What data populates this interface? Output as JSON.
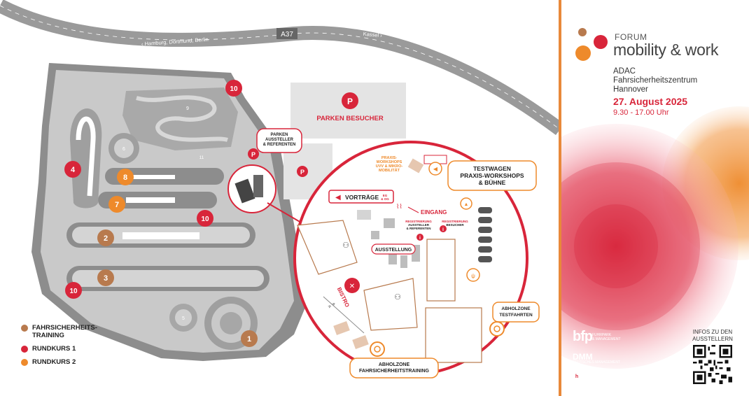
{
  "highway": {
    "name": "A37",
    "left_direction": "‹ Hamburg, Dortmund, Berlin",
    "right_direction": "Kassel ›"
  },
  "map": {
    "visitor_parking": "PARKEN BESUCHER",
    "exhibitor_parking": "PARKEN\nAUSSTELLER\n& REFERENTEN",
    "parking_symbol": "P",
    "track_numbers": {
      "t1": "1",
      "t2": "2",
      "t3": "3",
      "t4": "4",
      "t5": "5",
      "t6": "6",
      "t7": "7",
      "t8": "8",
      "t9": "9",
      "t10": "10",
      "t11": "11"
    }
  },
  "detail": {
    "praxis_workshops": "PRAXIS-\nWORKSHOPS\nUVV & MIKRO-\nMOBILITÄT",
    "testwagen": "TESTWAGEN\nPRAXIS-WORKSHOPS\n& BÜHNE",
    "vortraege": "VORTRÄGE",
    "eg_og": "EG\n& OG",
    "eingang": "EINGANG",
    "reg_aussteller": "REGISTRIERUNG\nAUSSTELLER\n& REFERENTEN",
    "reg_besucher": "REGISTRIERUNG\nBESUCHER",
    "ausstellung": "AUSSTELLUNG",
    "bistro": "BISTRO",
    "abholzone_test": "ABHOLZONE\nTESTFAHRTEN",
    "abholzone_training": "ABHOLZONE\nFAHRSICHERHEITSTRAINING"
  },
  "legend": [
    {
      "label": "FAHRSICHERHEITS-\nTRAINING",
      "color": "#b87a4e"
    },
    {
      "label": "RUNDKURS 1",
      "color": "#d8253a"
    },
    {
      "label": "RUNDKURS 2",
      "color": "#ee8a2b"
    }
  ],
  "sidebar": {
    "forum": "FORUM",
    "title": "mobility & work",
    "venue_line1": "ADAC",
    "venue_line2": "Fahrsicherheitszentrum",
    "venue_line3": "Hannover",
    "date": "27. August 2025",
    "time": "9.30 - 17.00 Uhr",
    "qr_label": "INFOS ZU DEN\nAUSSTELLERN",
    "logo_bfp": "bfp",
    "logo_bfp_sub": "FUHRPARK\n& MANAGEMENT",
    "logo_dmm": "DMM",
    "logo_dmm_sub": "DEUTSCHES MANAGEMENT",
    "logo_hw": "handwerk.com"
  },
  "colors": {
    "red": "#d8253a",
    "orange": "#ee8a2b",
    "brown": "#b87a4e",
    "gray": "#9a9a9a"
  }
}
